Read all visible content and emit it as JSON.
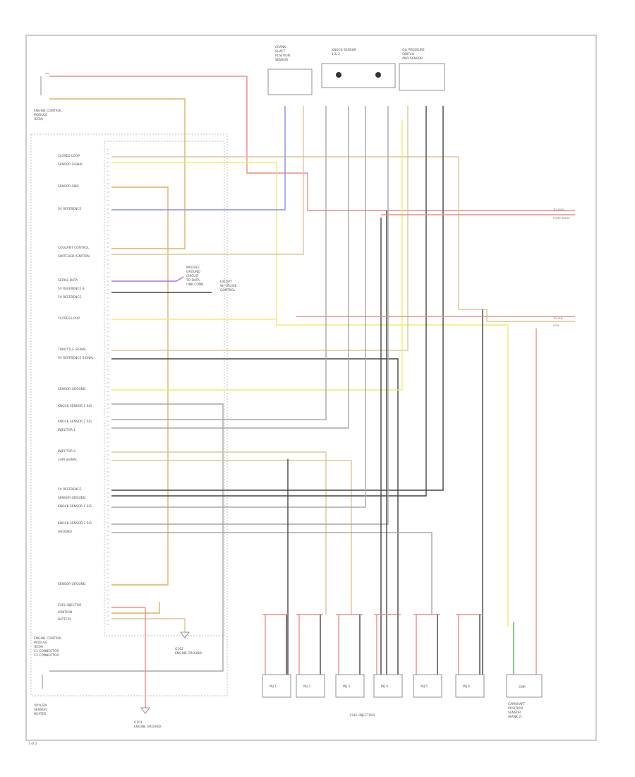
{
  "colors": {
    "red": "#f08a8a",
    "orange": "#e0b060",
    "tan": "#d8c898",
    "yellow": "#f0ec70",
    "blue": "#8c8cf0",
    "violet": "#b070e0",
    "dark": "#444444",
    "gray": "#a8a8a8",
    "green": "#58b858"
  },
  "labels": {
    "fuel_injectors": "FUEL INJECTORS",
    "footer_code": "1 of 2",
    "ecm_title": [
      "ENGINE CONTROL",
      "MODULE",
      "(ECM)"
    ],
    "module_bottom": [
      "ENGINE CONTROL",
      "MODULE",
      "(ECM)",
      "C1 CONNECTOR",
      "C2 CONNECTOR"
    ],
    "left_bottom_device": [
      "OXYGEN",
      "SENSOR",
      "HEATER"
    ],
    "top_device_1": [
      "CRANK",
      "SHAFT",
      "POSITION",
      "SENSOR"
    ],
    "top_device_2": [
      "KNOCK SENSOR",
      "1 & 2"
    ],
    "top_device_3": [
      "OIL PRESSURE",
      "SWITCH",
      "AND SENSOR"
    ],
    "right_device": [
      "CAMSHAFT",
      "POSITION",
      "SENSOR",
      "(BANK 2)"
    ],
    "ground_1": [
      "G101",
      "ENGINE GROUND"
    ],
    "ground_2": [
      "G102",
      "ENGINE GROUND"
    ],
    "callout": [
      "MODULE",
      "GROUND",
      "CIRCUIT",
      "TO DATA",
      "LINK CONN"
    ],
    "note_block": [
      "EXCEPT",
      "W/ CRUISE",
      "CONTROL"
    ],
    "pin_groups": [
      "CLOSED LOOP",
      "SENSOR SIGNAL",
      "SENSOR GND",
      "5V REFERENCE",
      "COOLANT CONTROL",
      "SWITCHED IGNITION",
      "SERIAL DATA",
      "5V REFERENCE B",
      "5V REFERENCE",
      "CLOSED LOOP",
      "THROTTLE SIGNAL",
      "5V REFERENCE SIGNAL",
      "SENSOR GROUND",
      "KNOCK SENSOR 1 SIG",
      "KNOCK SENSOR 2 SIG",
      "INJECTOR 1",
      "INJECTOR 2",
      "CAM SIGNAL",
      "5V REFERENCE",
      "SENSOR GROUND",
      "KNOCK SENSOR 1 SIG",
      "KNOCK SENSOR 2 SIG",
      "GROUND",
      "SENSOR GROUND",
      "FUEL INJECTOR",
      "IGNITION",
      "BATTERY"
    ],
    "injectors": [
      "INJ 1",
      "INJ 2",
      "INJ 3",
      "INJ 4",
      "INJ 5",
      "INJ 6"
    ],
    "right_edge_top": [
      "TO FUEL",
      "PUMP RELAY"
    ],
    "right_edge_mid": [
      "TO IGN",
      "COIL"
    ]
  }
}
